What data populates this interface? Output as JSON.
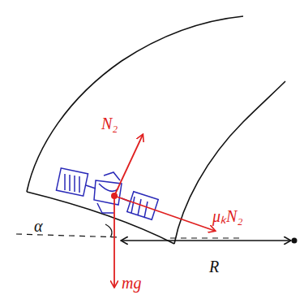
{
  "diagram": {
    "labels": [
      "N₂",
      "μₖN₂",
      "α",
      "mg",
      "R"
    ]
  }
}
